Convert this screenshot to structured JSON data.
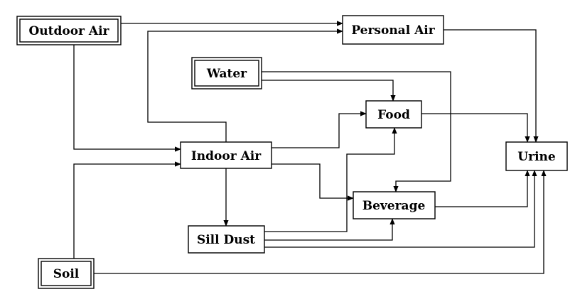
{
  "nodes": {
    "outdoor_air": "Outdoor Air",
    "personal_air": "Personal Air",
    "water": "Water",
    "food": "Food",
    "indoor_air": "Indoor Air",
    "urine": "Urine",
    "beverage": "Beverage",
    "sill_dust": "Sill Dust",
    "soil": "Soil"
  },
  "edges": [
    {
      "from": "outdoor_air",
      "to": "personal_air"
    },
    {
      "from": "outdoor_air",
      "to": "indoor_air"
    },
    {
      "from": "indoor_air",
      "to": "personal_air"
    },
    {
      "from": "personal_air",
      "to": "urine"
    },
    {
      "from": "water",
      "to": "food"
    },
    {
      "from": "water",
      "to": "beverage"
    },
    {
      "from": "indoor_air",
      "to": "food"
    },
    {
      "from": "indoor_air",
      "to": "beverage"
    },
    {
      "from": "indoor_air",
      "to": "sill_dust"
    },
    {
      "from": "food",
      "to": "urine"
    },
    {
      "from": "beverage",
      "to": "urine"
    },
    {
      "from": "sill_dust",
      "to": "food"
    },
    {
      "from": "sill_dust",
      "to": "beverage"
    },
    {
      "from": "sill_dust",
      "to": "urine"
    },
    {
      "from": "soil",
      "to": "indoor_air"
    },
    {
      "from": "soil",
      "to": "urine"
    }
  ]
}
